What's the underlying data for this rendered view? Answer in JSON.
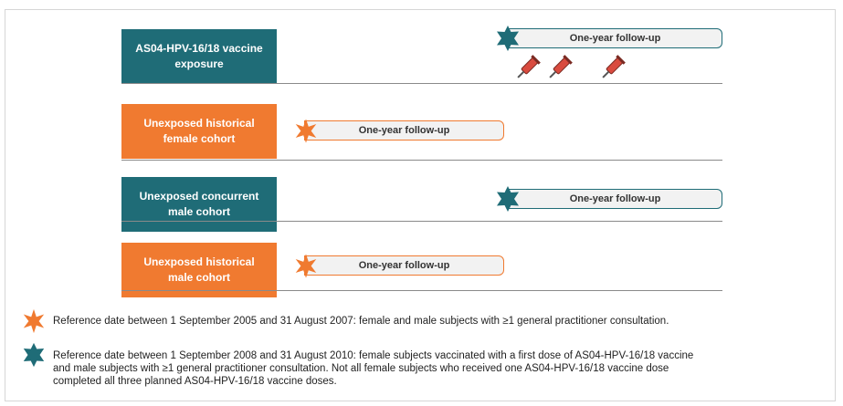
{
  "rows": [
    {
      "label_line1": "AS04-HPV-16/18 vaccine",
      "label_line2": "exposure",
      "label_color": "#1f6c77",
      "star_color": "#1f6c77",
      "followup": "One-year follow-up"
    },
    {
      "label_line1": "Unexposed historical",
      "label_line2": "female cohort",
      "label_color": "#f07a30",
      "star_color": "#f07a30",
      "followup": "One-year follow-up"
    },
    {
      "label_line1": "Unexposed concurrent",
      "label_line2": "male cohort",
      "label_color": "#1f6c77",
      "star_color": "#1f6c77",
      "followup": "One-year follow-up"
    },
    {
      "label_line1": "Unexposed historical",
      "label_line2": "male cohort",
      "label_color": "#f07a30",
      "star_color": "#f07a30",
      "followup": "One-year follow-up"
    }
  ],
  "syringe_icons": [
    "syringe-icon",
    "syringe-icon",
    "syringe-icon"
  ],
  "legend": [
    {
      "icon": "orange-star-icon",
      "color": "#f07a30",
      "text": "Reference date between 1 September 2005 and 31 August 2007: female and male subjects with ≥1 general practitioner consultation."
    },
    {
      "icon": "teal-star-icon",
      "color": "#1f6c77",
      "line1": "Reference date between 1 September 2008 and 31 August 2010: female subjects vaccinated with a first dose of AS04-HPV-16/18 vaccine",
      "line2": "and male subjects with ≥1 general practitioner consultation. Not all female subjects who received one AS04-HPV-16/18 vaccine dose",
      "line3": "completed all three planned AS04-HPV-16/18 vaccine doses."
    }
  ]
}
